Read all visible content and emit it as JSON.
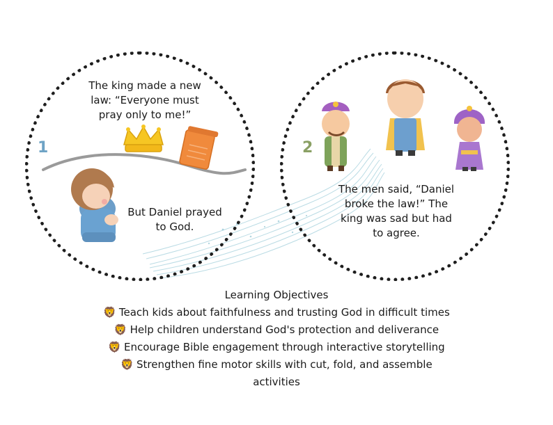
{
  "panel1": {
    "number": "1",
    "text_top": "The king made a new law: “Everyone must pray only to me!”",
    "text_bottom": "But Daniel prayed to God."
  },
  "panel2": {
    "number": "2",
    "text": "The men said, “Daniel broke the law!” The king was sad but had to agree."
  },
  "objectives": {
    "title": "Learning Objectives",
    "items": [
      "Teach kids about faithfulness and trusting God in difficult times",
      "Help children understand God's protection and deliverance",
      "Encourage Bible engagement through interactive storytelling",
      "Strengthen fine motor skills with cut, fold, and assemble activities"
    ],
    "bullet_icon": "lion-face-icon"
  },
  "colors": {
    "number1": "#6ea3c5",
    "number2": "#8aa064",
    "dots": "#1e1e1e",
    "wave": "#9cc9d6"
  }
}
